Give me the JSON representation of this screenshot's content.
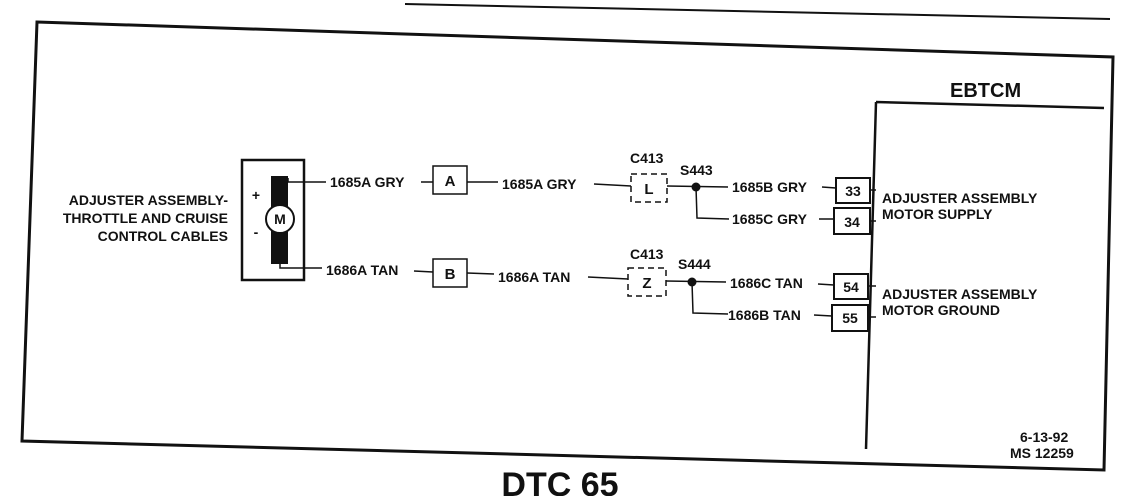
{
  "module": {
    "name": "EBTCM"
  },
  "motor": {
    "label_lines": [
      "ADJUSTER ASSEMBLY-",
      "THROTTLE AND CRUISE",
      "CONTROL CABLES"
    ],
    "symbol": "M",
    "plus": "+",
    "minus": "-"
  },
  "circuits": {
    "gry_a": "1685A GRY",
    "tan_a": "1686A TAN",
    "gry_b": "1685B GRY",
    "gry_c": "1685C GRY",
    "tan_c": "1686C TAN",
    "tan_b": "1686B TAN"
  },
  "connectors": {
    "upper_inline": "A",
    "lower_inline": "B",
    "c413_label": "C413",
    "c413_upper_pin": "L",
    "c413_lower_pin": "Z"
  },
  "splices": {
    "upper": "S443",
    "lower": "S444"
  },
  "pins": {
    "p33": "33",
    "p34": "34",
    "p54": "54",
    "p55": "55"
  },
  "functions": {
    "supply": [
      "ADJUSTER ASSEMBLY",
      "MOTOR SUPPLY"
    ],
    "ground": [
      "ADJUSTER ASSEMBLY",
      "MOTOR GROUND"
    ]
  },
  "footer": {
    "date": "6-13-92",
    "ref": "MS 12259"
  },
  "caption": "DTC 65"
}
